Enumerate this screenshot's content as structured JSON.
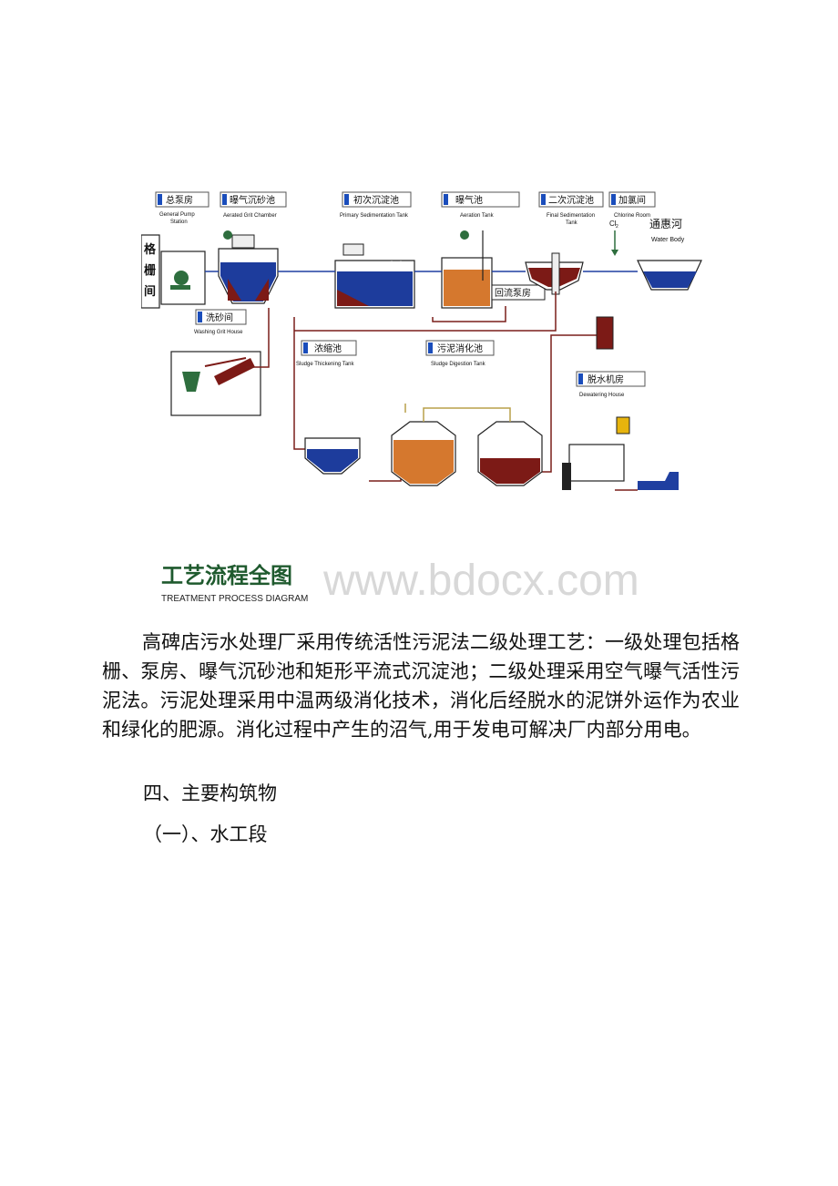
{
  "diagram": {
    "labels": {
      "pump": {
        "cn": "总泵房",
        "en1": "General Pump",
        "en2": "Station"
      },
      "grit": {
        "cn": "曝气沉砂池",
        "en1": "Aerated Grit  Chamber"
      },
      "primary": {
        "cn": "初次沉淀池",
        "en1": "Primary Sedimentation Tank"
      },
      "aeration": {
        "cn": "曝气池",
        "en1": "Aeration Tank"
      },
      "final": {
        "cn": "二次沉淀池",
        "en1": "Final Sedimentation",
        "en2": "Tank"
      },
      "chlorine": {
        "cn": "加氯间",
        "en1": "Chlorine Room"
      },
      "washing": {
        "cn": "洗砂间",
        "en1": "Washing Grit House"
      },
      "thickening": {
        "cn": "浓缩池",
        "en1": "Sludge Thickening Tank"
      },
      "digestion": {
        "cn": "污泥消化池",
        "en1": "Sludge Digestion Tank"
      },
      "dewatering": {
        "cn": "脱水机房",
        "en1": "Dewatering House"
      }
    },
    "screen": {
      "c1": "格",
      "c2": "栅",
      "c3": "间"
    },
    "river": {
      "cn": "通惠河",
      "en": "Water Body"
    },
    "cl2": "Cl",
    "cl2_sub": "2",
    "return_pump": "回流泵房",
    "title_cn": "工艺流程全图",
    "title_en": "TREATMENT PROCESS DIAGRAM",
    "watermark": "www.bdocx.com",
    "colors": {
      "pipe_blue": "#1f3fa0",
      "pipe_brown": "#7a1f1a",
      "water": "#1d3c9c",
      "sludge": "#7c1a16",
      "digest": "#d5782e",
      "title_green": "#1f5a2e"
    }
  },
  "text": {
    "paragraph": "高碑店污水处理厂采用传统活性污泥法二级处理工艺：一级处理包括格栅、泵房、曝气沉砂池和矩形平流式沉淀池；二级处理采用空气曝气活性污泥法。污泥处理采用中温两级消化技术，消化后经脱水的泥饼外运作为农业和绿化的肥源。消化过程中产生的沼气,用于发电可解决厂内部分用电。",
    "heading1": "四、主要构筑物",
    "heading2": "（一）、水工段"
  }
}
